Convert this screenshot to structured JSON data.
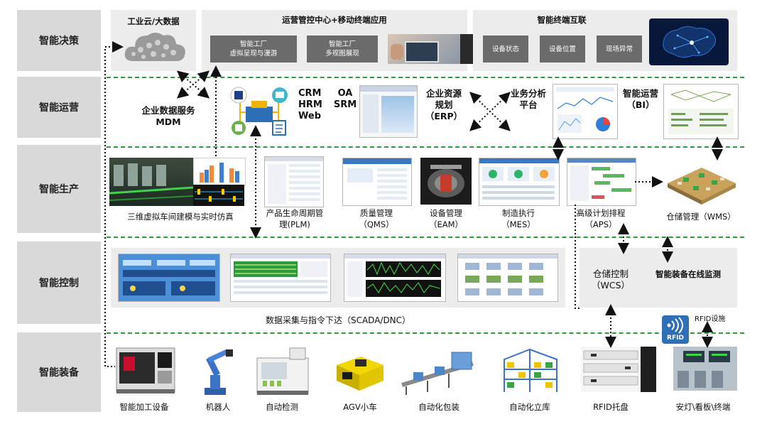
{
  "layers": [
    "智能决策",
    "智能运营",
    "智能生产",
    "智能控制",
    "智能装备"
  ],
  "decision": {
    "cloud_title": "工业云/大数据",
    "center_title": "运营管控中心+移动终端应用",
    "btn_virtual": [
      "智能工厂",
      "虚拟呈现与漫游"
    ],
    "btn_multiview": [
      "智能工厂",
      "多视图展现"
    ],
    "right_title": "智能终端互联",
    "status_btns": [
      "设备状态",
      "设备位置",
      "现场异常"
    ]
  },
  "operation": {
    "mdm": [
      "企业数据服务",
      "MDM"
    ],
    "crm": [
      "CRM",
      "HRM",
      "Web"
    ],
    "oa": [
      "OA",
      "SRM"
    ],
    "erp": [
      "企业资源",
      "规划",
      "（ERP）"
    ],
    "analysis": [
      "业务分析",
      "平台"
    ],
    "bi": [
      "智能运营",
      "（BI）"
    ]
  },
  "production": {
    "sim": "三维虚拟车间建模与实时仿真",
    "plm": [
      "产品生命周期管",
      "理(PLM)"
    ],
    "qms": [
      "质量管理",
      "（QMS）"
    ],
    "eam": [
      "设备管理",
      "（EAM）"
    ],
    "mes": [
      "制造执行",
      "（MES）"
    ],
    "aps": [
      "高级计划排程",
      "（APS）"
    ],
    "wms": "仓储管理（WMS）"
  },
  "control": {
    "scada": "数据采集与指令下达（SCADA/DNC）",
    "wcs": [
      "仓储控制",
      "（WCS）"
    ],
    "monitor": "智能装备在线监测",
    "rfid_facility": "RFID设施",
    "rfid_logo": "RFID"
  },
  "equipment": {
    "items": [
      "智能加工设备",
      "机器人",
      "自动检测",
      "AGV小车",
      "自动化包装",
      "自动化立库",
      "RFID托盘",
      "安灯\\看板\\终端"
    ]
  },
  "colors": {
    "green_line": "#2e9a3e",
    "layer_bg": "#d9d9d9",
    "panel_bg": "#ececec",
    "button_bg": "#6b6b6b"
  }
}
